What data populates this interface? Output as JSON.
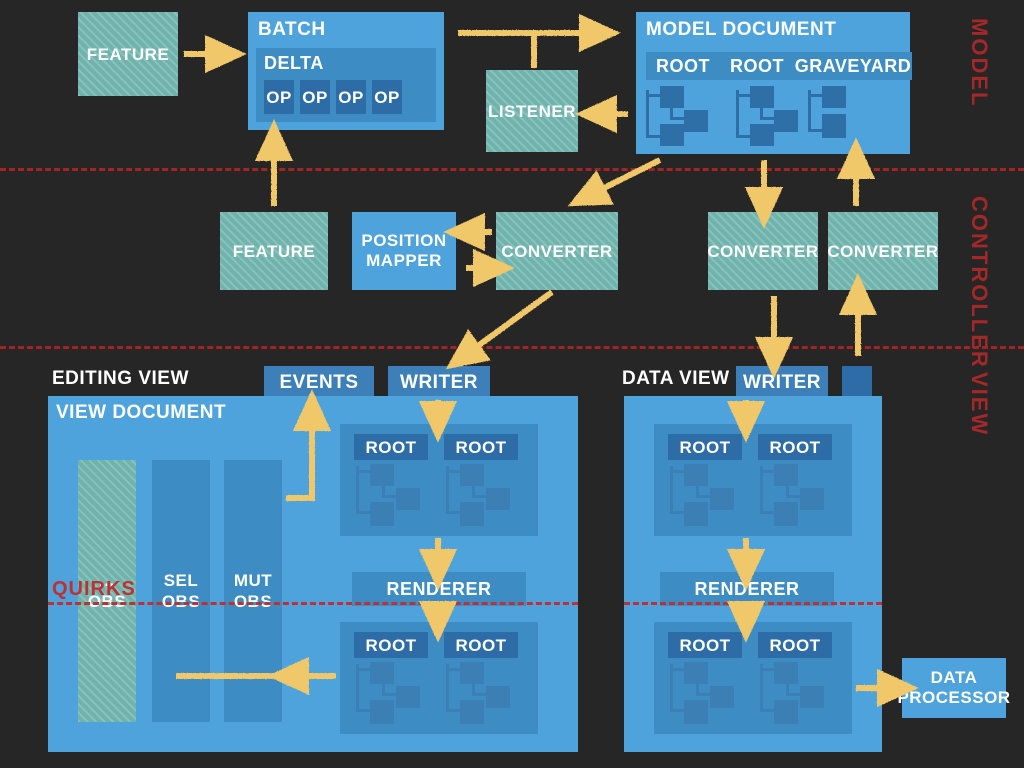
{
  "layers": [
    {
      "id": "model",
      "label": "MODEL"
    },
    {
      "id": "controller",
      "label": "CONTROLLER"
    },
    {
      "id": "view",
      "label": "VIEW"
    }
  ],
  "colors": {
    "background": "#262626",
    "hatch_teal": "#6fb3ad",
    "blue_light": "#4ea3dc",
    "blue_mid": "#3d8cc4",
    "blue_dark": "#2d6ca6",
    "arrow_yellow": "#f0c86a",
    "divider_red": "#a32424",
    "quirks_red": "#c03030"
  },
  "model": {
    "feature": {
      "label": "FEATURE"
    },
    "batch": {
      "title": "BATCH",
      "delta_title": "DELTA",
      "ops": [
        "OP",
        "OP",
        "OP",
        "OP"
      ]
    },
    "model_document": {
      "title": "MODEL DOCUMENT",
      "chips": [
        "ROOT",
        "ROOT",
        "GRAVEYARD"
      ]
    },
    "listener": {
      "label": "LISTENER"
    }
  },
  "controller": {
    "feature": {
      "label": "FEATURE"
    },
    "position_mapper": {
      "label": "POSITION MAPPER"
    },
    "converters": [
      {
        "label": "CONVERTER"
      },
      {
        "label": "CONVERTER"
      },
      {
        "label": "CONVERTER"
      }
    ]
  },
  "view": {
    "editing_view": {
      "label": "EDITING VIEW",
      "tabs": [
        {
          "label": "EVENTS"
        },
        {
          "label": "WRITER"
        }
      ],
      "document_title": "VIEW DOCUMENT",
      "observers": [
        {
          "line1": "...",
          "line2": "OBS",
          "style": "hatch"
        },
        {
          "line1": "SEL",
          "line2": "OBS",
          "style": "solid"
        },
        {
          "line1": "MUT",
          "line2": "OBS",
          "style": "solid"
        }
      ],
      "upper_tree_chips": [
        "ROOT",
        "ROOT"
      ],
      "renderer": {
        "label": "RENDERER"
      },
      "lower_tree_chips": [
        "ROOT",
        "ROOT"
      ]
    },
    "quirks_label": "QUIRKS",
    "data_view": {
      "label": "DATA VIEW",
      "tabs": [
        {
          "label": "WRITER"
        },
        {
          "label": ""
        }
      ],
      "upper_tree_chips": [
        "ROOT",
        "ROOT"
      ],
      "renderer": {
        "label": "RENDERER"
      },
      "lower_tree_chips": [
        "ROOT",
        "ROOT"
      ]
    },
    "data_processor": {
      "line1": "DATA",
      "line2": "PROCESSOR"
    }
  }
}
